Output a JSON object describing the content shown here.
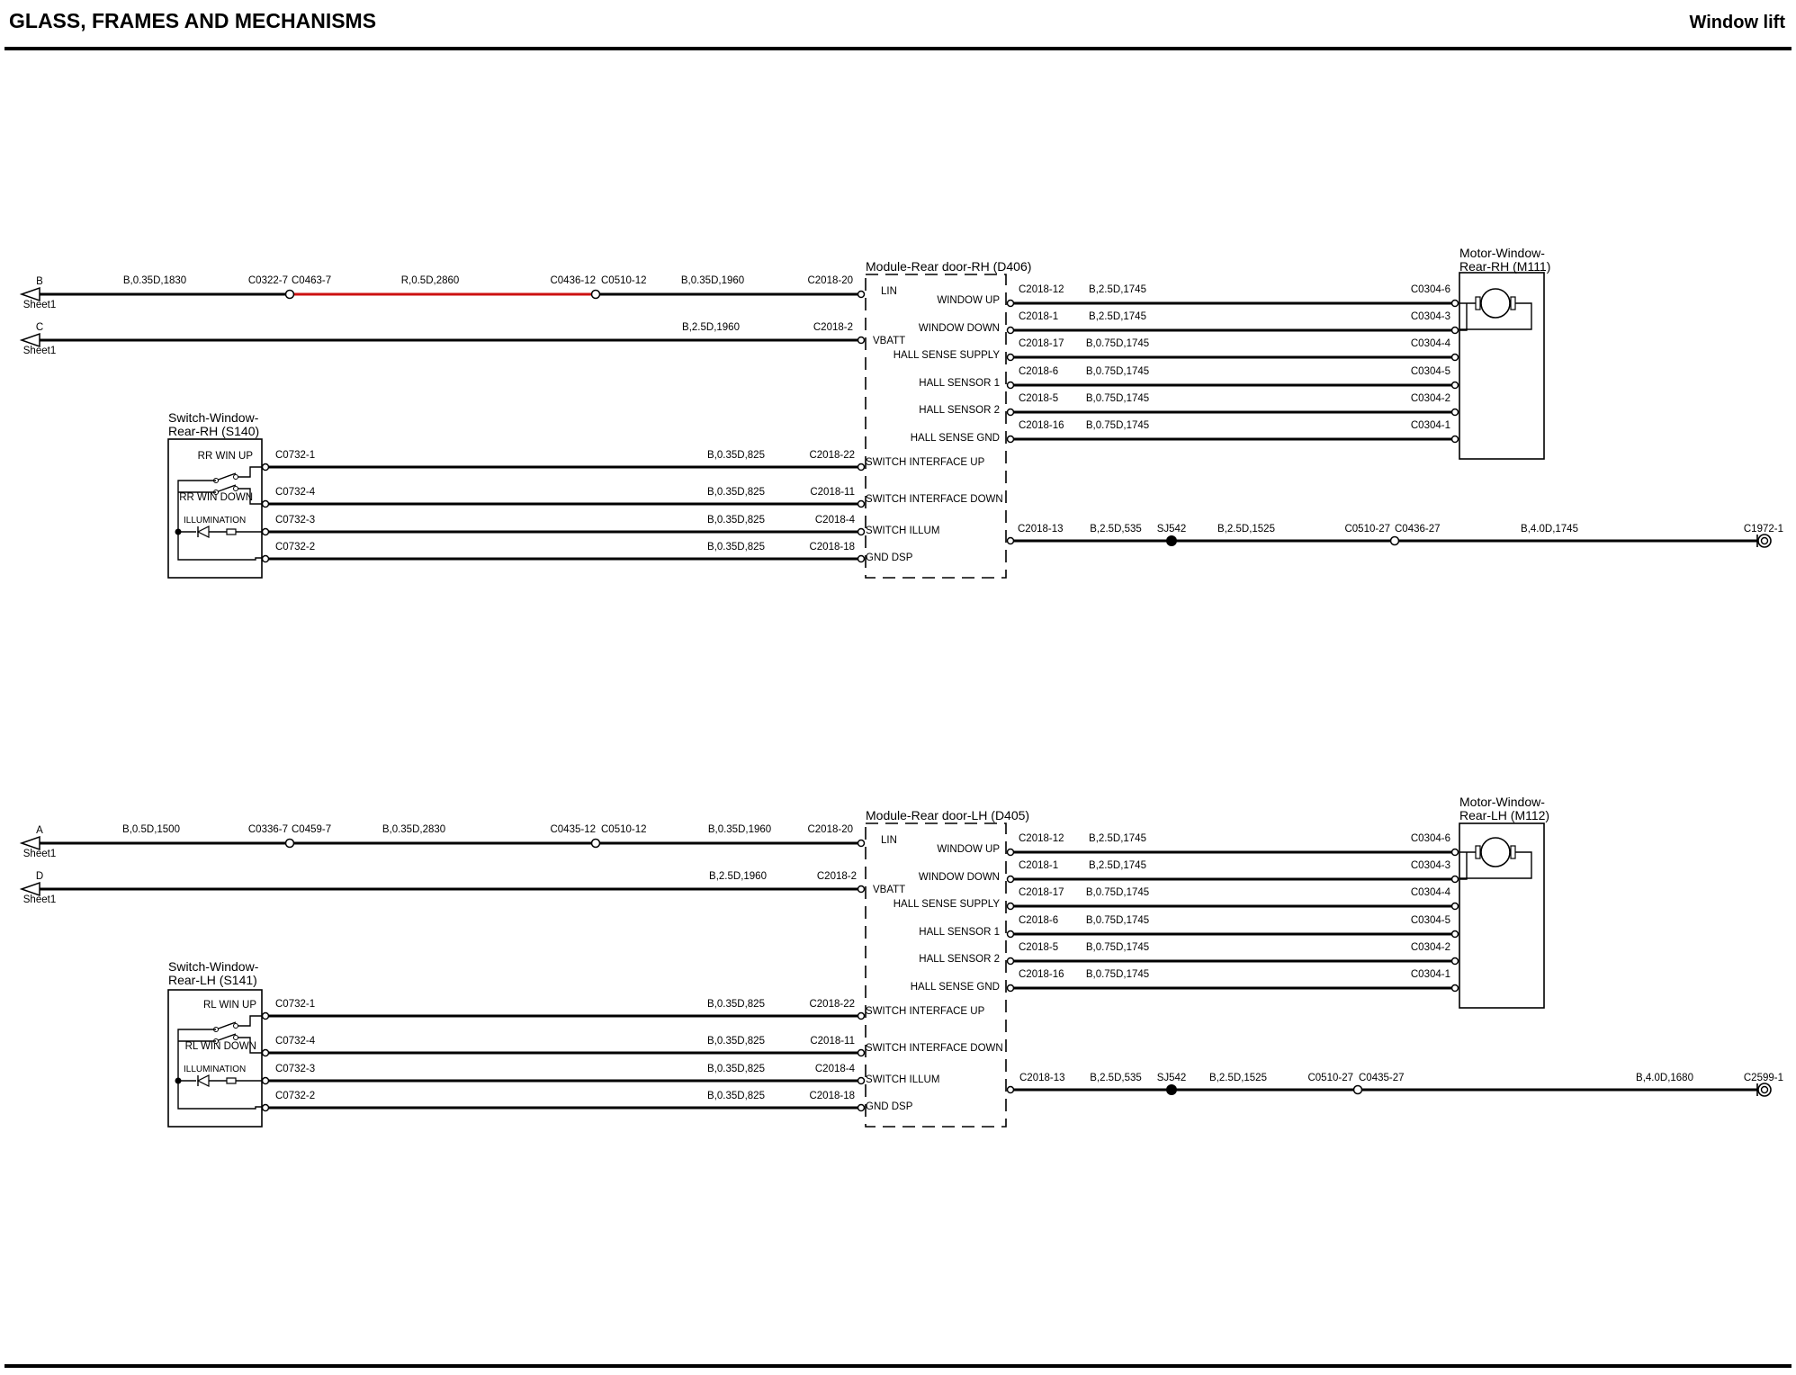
{
  "header": {
    "title": "GLASS, FRAMES AND MECHANISMS",
    "subtitle": "Window lift"
  },
  "sections": [
    {
      "module": {
        "name": "Module-Rear door-RH (D406)"
      },
      "motor": {
        "name_line1": "Motor-Window-",
        "name_line2": "Rear-RH (M111)"
      },
      "switch": {
        "name_line1": "Switch-Window-",
        "name_line2": "Rear-RH (S140)",
        "up_label": "RR WIN UP",
        "down_label": "RR WIN DOWN",
        "illum_label": "ILLUMINATION"
      },
      "sheet_refs": [
        {
          "letter": "B",
          "sheet": "Sheet1"
        },
        {
          "letter": "C",
          "sheet": "Sheet1"
        }
      ],
      "lin_wire": {
        "seg1": "B,0.35D,1830",
        "conn1": "C0322-7",
        "conn2": "C0463-7",
        "seg2": "R,0.5D,2860",
        "conn3": "C0436-12",
        "conn4": "C0510-12",
        "seg3": "B,0.35D,1960",
        "pin": "C2018-20",
        "pin_name": "LIN"
      },
      "vbatt_wire": {
        "seg": "B,2.5D,1960",
        "pin": "C2018-2",
        "pin_name": "VBATT"
      },
      "switch_wires": [
        {
          "switch_conn": "C0732-1",
          "spec": "B,0.35D,825",
          "module_pin": "C2018-22",
          "pin_name": "SWITCH INTERFACE UP"
        },
        {
          "switch_conn": "C0732-4",
          "spec": "B,0.35D,825",
          "module_pin": "C2018-11",
          "pin_name": "SWITCH INTERFACE DOWN"
        },
        {
          "switch_conn": "C0732-3",
          "spec": "B,0.35D,825",
          "module_pin": "C2018-4",
          "pin_name": "SWITCH ILLUM"
        },
        {
          "switch_conn": "C0732-2",
          "spec": "B,0.35D,825",
          "module_pin": "C2018-18",
          "pin_name": "GND DSP"
        }
      ],
      "motor_wires": [
        {
          "pin_name": "WINDOW UP",
          "module_pin": "C2018-12",
          "spec": "B,2.5D,1745",
          "motor_pin": "C0304-6"
        },
        {
          "pin_name": "WINDOW DOWN",
          "module_pin": "C2018-1",
          "spec": "B,2.5D,1745",
          "motor_pin": "C0304-3"
        },
        {
          "pin_name": "HALL SENSE SUPPLY",
          "module_pin": "C2018-17",
          "spec": "B,0.75D,1745",
          "motor_pin": "C0304-4"
        },
        {
          "pin_name": "HALL SENSOR 1",
          "module_pin": "C2018-6",
          "spec": "B,0.75D,1745",
          "motor_pin": "C0304-5"
        },
        {
          "pin_name": "HALL SENSOR 2",
          "module_pin": "C2018-5",
          "spec": "B,0.75D,1745",
          "motor_pin": "C0304-2"
        },
        {
          "pin_name": "HALL SENSE GND",
          "module_pin": "C2018-16",
          "spec": "B,0.75D,1745",
          "motor_pin": "C0304-1"
        }
      ],
      "ground_wire": {
        "module_pin": "C2018-13",
        "seg1": "B,2.5D,535",
        "splice": "SJ542",
        "seg2": "B,2.5D,1525",
        "conn1": "C0510-27",
        "conn2": "C0436-27",
        "seg3": "B,4.0D,1745",
        "ground": "C1972-1"
      }
    },
    {
      "module": {
        "name": "Module-Rear door-LH (D405)"
      },
      "motor": {
        "name_line1": "Motor-Window-",
        "name_line2": "Rear-LH (M112)"
      },
      "switch": {
        "name_line1": "Switch-Window-",
        "name_line2": "Rear-LH (S141)",
        "up_label": "RL WIN UP",
        "down_label": "RL WIN DOWN",
        "illum_label": "ILLUMINATION"
      },
      "sheet_refs": [
        {
          "letter": "A",
          "sheet": "Sheet1"
        },
        {
          "letter": "D",
          "sheet": "Sheet1"
        }
      ],
      "lin_wire": {
        "seg1": "B,0.5D,1500",
        "conn1": "C0336-7",
        "conn2": "C0459-7",
        "seg2": "B,0.35D,2830",
        "conn3": "C0435-12",
        "conn4": "C0510-12",
        "seg3": "B,0.35D,1960",
        "pin": "C2018-20",
        "pin_name": "LIN"
      },
      "vbatt_wire": {
        "seg": "B,2.5D,1960",
        "pin": "C2018-2",
        "pin_name": "VBATT"
      },
      "switch_wires": [
        {
          "switch_conn": "C0732-1",
          "spec": "B,0.35D,825",
          "module_pin": "C2018-22",
          "pin_name": "SWITCH INTERFACE UP"
        },
        {
          "switch_conn": "C0732-4",
          "spec": "B,0.35D,825",
          "module_pin": "C2018-11",
          "pin_name": "SWITCH INTERFACE DOWN"
        },
        {
          "switch_conn": "C0732-3",
          "spec": "B,0.35D,825",
          "module_pin": "C2018-4",
          "pin_name": "SWITCH ILLUM"
        },
        {
          "switch_conn": "C0732-2",
          "spec": "B,0.35D,825",
          "module_pin": "C2018-18",
          "pin_name": "GND DSP"
        }
      ],
      "motor_wires": [
        {
          "pin_name": "WINDOW UP",
          "module_pin": "C2018-12",
          "spec": "B,2.5D,1745",
          "motor_pin": "C0304-6"
        },
        {
          "pin_name": "WINDOW DOWN",
          "module_pin": "C2018-1",
          "spec": "B,2.5D,1745",
          "motor_pin": "C0304-3"
        },
        {
          "pin_name": "HALL SENSE SUPPLY",
          "module_pin": "C2018-17",
          "spec": "B,0.75D,1745",
          "motor_pin": "C0304-4"
        },
        {
          "pin_name": "HALL SENSOR 1",
          "module_pin": "C2018-6",
          "spec": "B,0.75D,1745",
          "motor_pin": "C0304-5"
        },
        {
          "pin_name": "HALL SENSOR 2",
          "module_pin": "C2018-5",
          "spec": "B,0.75D,1745",
          "motor_pin": "C0304-2"
        },
        {
          "pin_name": "HALL SENSE GND",
          "module_pin": "C2018-16",
          "spec": "B,0.75D,1745",
          "motor_pin": "C0304-1"
        }
      ],
      "ground_wire": {
        "module_pin": "C2018-13",
        "seg1": "B,2.5D,535",
        "splice": "SJ542",
        "seg2": "B,2.5D,1525",
        "conn1": "C0510-27",
        "conn2": "C0435-27",
        "seg3": "B,4.0D,1680",
        "ground": "C2599-1"
      }
    }
  ]
}
